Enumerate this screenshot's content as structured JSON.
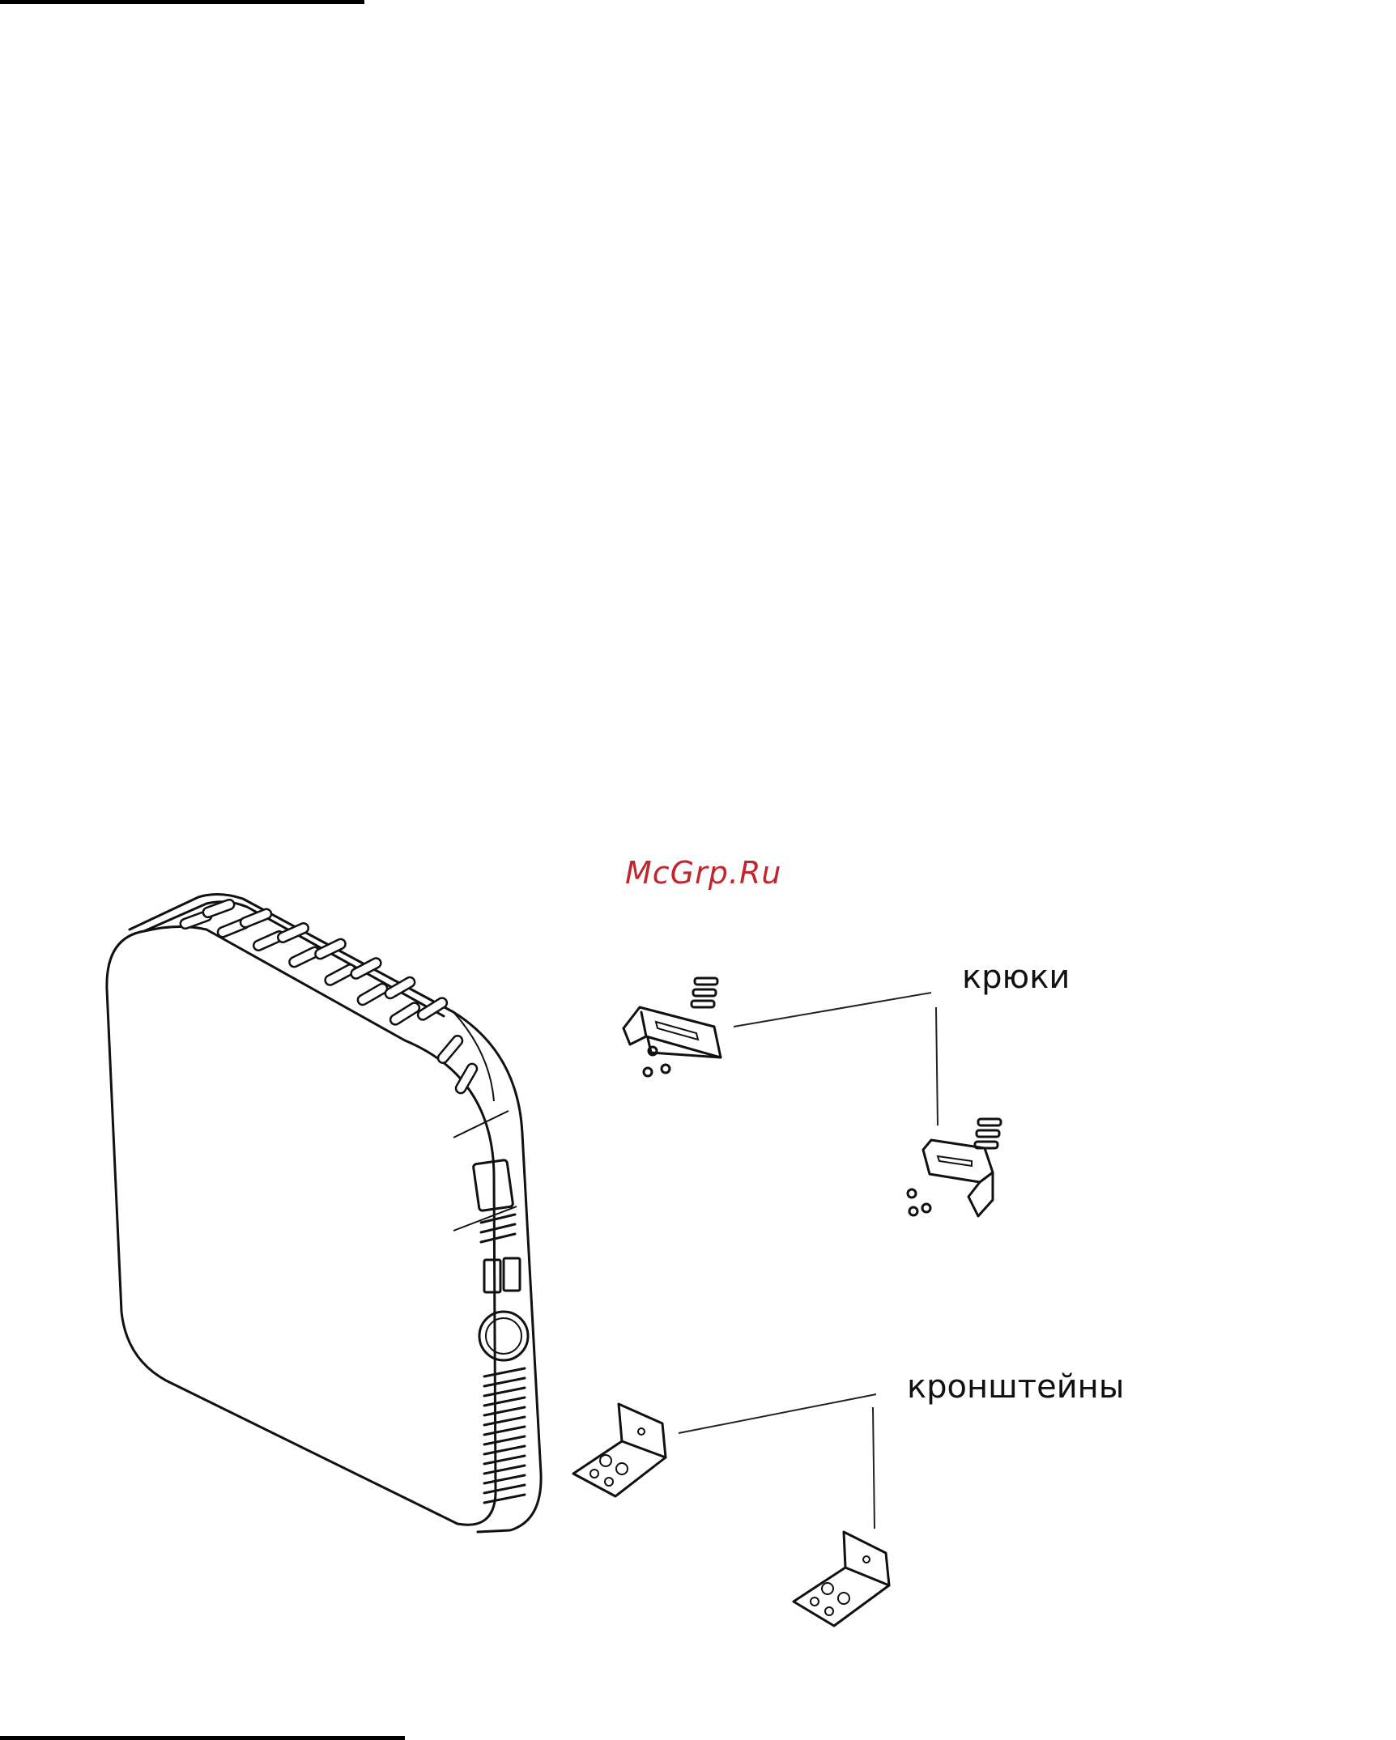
{
  "watermark": {
    "text": "McGrp.Ru",
    "color": "#c0272d"
  },
  "callouts": {
    "hooks": "крюки",
    "brackets": "кронштейны"
  },
  "colors": {
    "line": "#111111",
    "background": "#ffffff"
  }
}
